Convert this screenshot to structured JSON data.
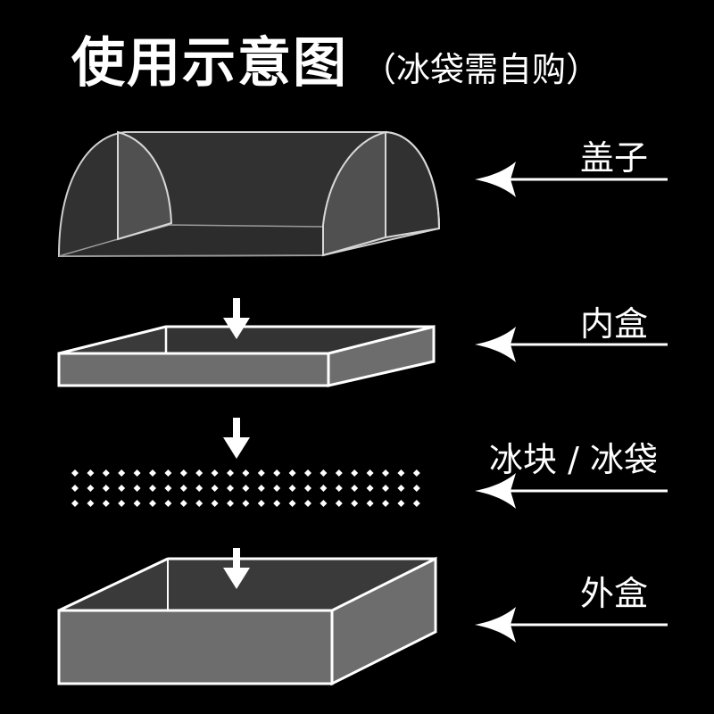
{
  "title": "使用示意图",
  "title_note": "（冰袋需自购）",
  "layers": [
    {
      "id": "lid",
      "label": "盖子"
    },
    {
      "id": "inner-box",
      "label": "内盒"
    },
    {
      "id": "ice",
      "label": "冰块 / 冰袋"
    },
    {
      "id": "outer-box",
      "label": "外盒"
    }
  ],
  "colors": {
    "background": "#000000",
    "text": "#ffffff",
    "box_fill": "#6d6d6d",
    "box_inner": "#3a3a3a",
    "outline": "#ffffff",
    "lid_fill": "#555555",
    "lid_outline": "#cfcfcf"
  },
  "icons": {
    "arrow_left": "arrow-left-icon",
    "arrow_down": "arrow-down-icon",
    "ice_dots": "ice-dots-icon"
  }
}
